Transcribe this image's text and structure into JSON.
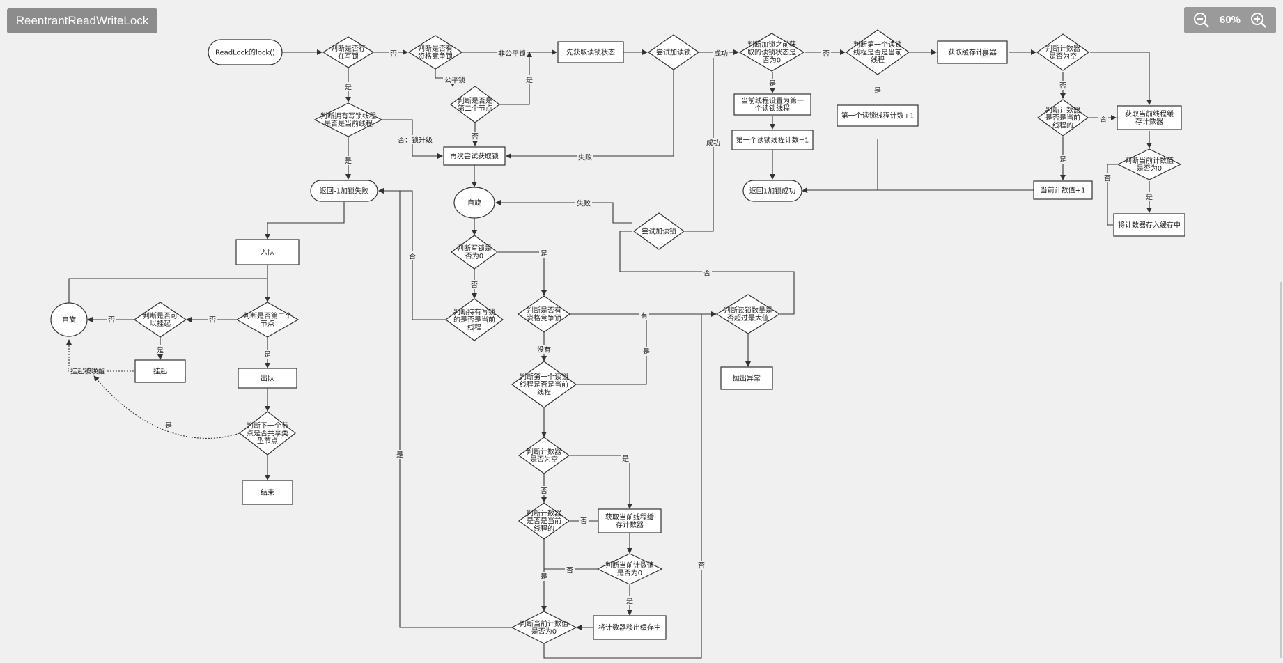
{
  "header": {
    "title": "ReentrantReadWriteLock"
  },
  "zoom": {
    "value": "60%",
    "out_icon": "zoom-out-icon",
    "in_icon": "zoom-in-icon"
  },
  "nodes": {
    "start": [
      "ReadLock的lock()"
    ],
    "d_write": [
      "判断是否存",
      "在写锁"
    ],
    "d_compete": [
      "判断是否有",
      "资格竞争锁"
    ],
    "first_get": [
      "先获取读锁状态"
    ],
    "try_read": [
      "尝试加读锁"
    ],
    "d_before": [
      "判断加锁之前获",
      "取的读锁状态是",
      "否为0"
    ],
    "d_first_thread": [
      "判断第一个读锁",
      "线程是否是当前",
      "线程"
    ],
    "get_cache": [
      "获取缓存计数器"
    ],
    "d_counter_null": [
      "判断计数器",
      "是否为空"
    ],
    "d_hold_write": [
      "判断拥有写锁线程",
      "是否是当前线程"
    ],
    "d_second": [
      "判断是否是",
      "第二个节点"
    ],
    "retry": [
      "再次尝试获取锁"
    ],
    "set_first": [
      "当前线程设置为第一",
      "个读锁线程"
    ],
    "first_count1": [
      "第一个读锁线程计数=1"
    ],
    "first_inc": [
      "第一个读锁线程计数+1"
    ],
    "d_counter_cur": [
      "判断计数器",
      "是否是当前",
      "线程的"
    ],
    "get_cur_counter": [
      "获取当前线程缓",
      "存计数器"
    ],
    "d_count0_r": [
      "判断当前计数值",
      "是否为0"
    ],
    "cur_inc": [
      "当前计数值+1"
    ],
    "save_cache": [
      "将计数器存入缓存中"
    ],
    "ret_fail": [
      "返回-1加锁失败"
    ],
    "ret_ok": [
      "返回1加锁成功"
    ],
    "spin_mid": [
      "自旋"
    ],
    "try_read2": [
      "尝试加读锁"
    ],
    "enqueue": [
      "入队"
    ],
    "d_write0": [
      "判断写锁是",
      "否为0"
    ],
    "spin_left": [
      "自旋"
    ],
    "d_park": [
      "判断是否可",
      "以挂起"
    ],
    "d_second2": [
      "判断是否第二个",
      "节点"
    ],
    "d_hold_write2": [
      "判断持有写锁",
      "的是否是当前",
      "线程"
    ],
    "d_compete2": [
      "判断是否有",
      "资格竞争锁"
    ],
    "d_max": [
      "判断读锁数量是",
      "否超过最大值"
    ],
    "park": [
      "挂起"
    ],
    "dequeue": [
      "出队"
    ],
    "throw": [
      "抛出异常"
    ],
    "d_first_thread2": [
      "判断第一个读锁",
      "线程是否是当前",
      "线程"
    ],
    "d_next_shared": [
      "判断下一个节",
      "点是否共享类",
      "型节点"
    ],
    "end": [
      "结束"
    ],
    "d_counter_null2": [
      "判断计数器",
      "是否为空"
    ],
    "d_counter_cur2": [
      "判断计数器",
      "是否是当前",
      "线程的"
    ],
    "get_cur_counter2": [
      "获取当前线程缓",
      "存计数器"
    ],
    "d_count0_m": [
      "判断当前计数值",
      "是否为0"
    ],
    "d_count0_b": [
      "判断当前计数值",
      "是否为0"
    ],
    "remove_cache": [
      "将计数器移出缓存中"
    ]
  },
  "edge_labels": {
    "no": "否",
    "yes": "是",
    "nonfair": "非公平锁",
    "fair": "公平锁",
    "success": "成功",
    "fail": "失败",
    "upgrade": "否：锁升级",
    "has": "有",
    "none": "没有",
    "woken": "挂起被唤醒"
  }
}
